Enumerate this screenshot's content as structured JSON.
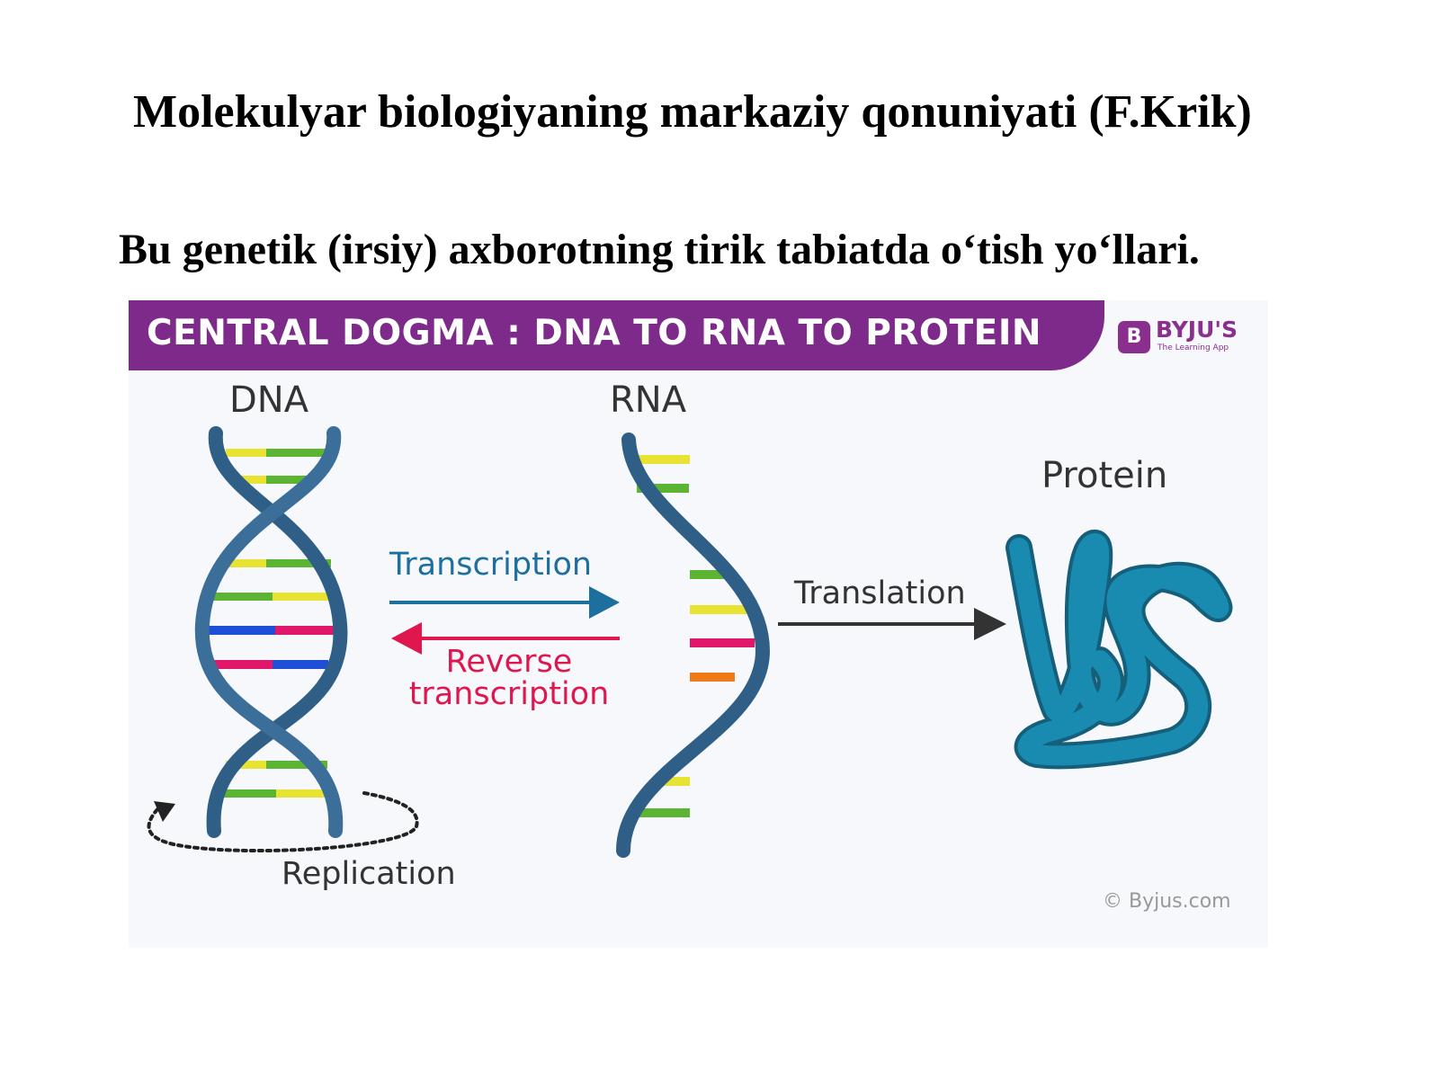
{
  "slide": {
    "title": "Molekulyar biologiyaning markaziy qonuniyati  (F.Krik)",
    "subtitle": "Bu genetik (irsiy) axborotning tirik tabiatda o‘tish yo‘llari."
  },
  "diagram": {
    "banner": "CENTRAL DOGMA : DNA TO RNA TO PROTEIN",
    "logo": {
      "mark": "B",
      "name": "BYJU'S",
      "tagline": "The Learning App"
    },
    "labels": {
      "dna": "DNA",
      "rna": "RNA",
      "protein": "Protein",
      "transcription": "Transcription",
      "reverse_transcription": "Reverse transcription",
      "translation": "Translation",
      "replication": "Replication"
    },
    "credit": "© Byjus.com",
    "colors": {
      "banner": "#7d2a8a",
      "strand": "#2f5f86",
      "transcription": "#1d6f9e",
      "reverse": "#e0174f",
      "protein": "#1a8bb0",
      "base_green": "#5bb533",
      "base_yellow": "#e8e232",
      "base_blue": "#1f4fd6",
      "base_pink": "#e0176a",
      "base_orange": "#f07a1a"
    }
  }
}
